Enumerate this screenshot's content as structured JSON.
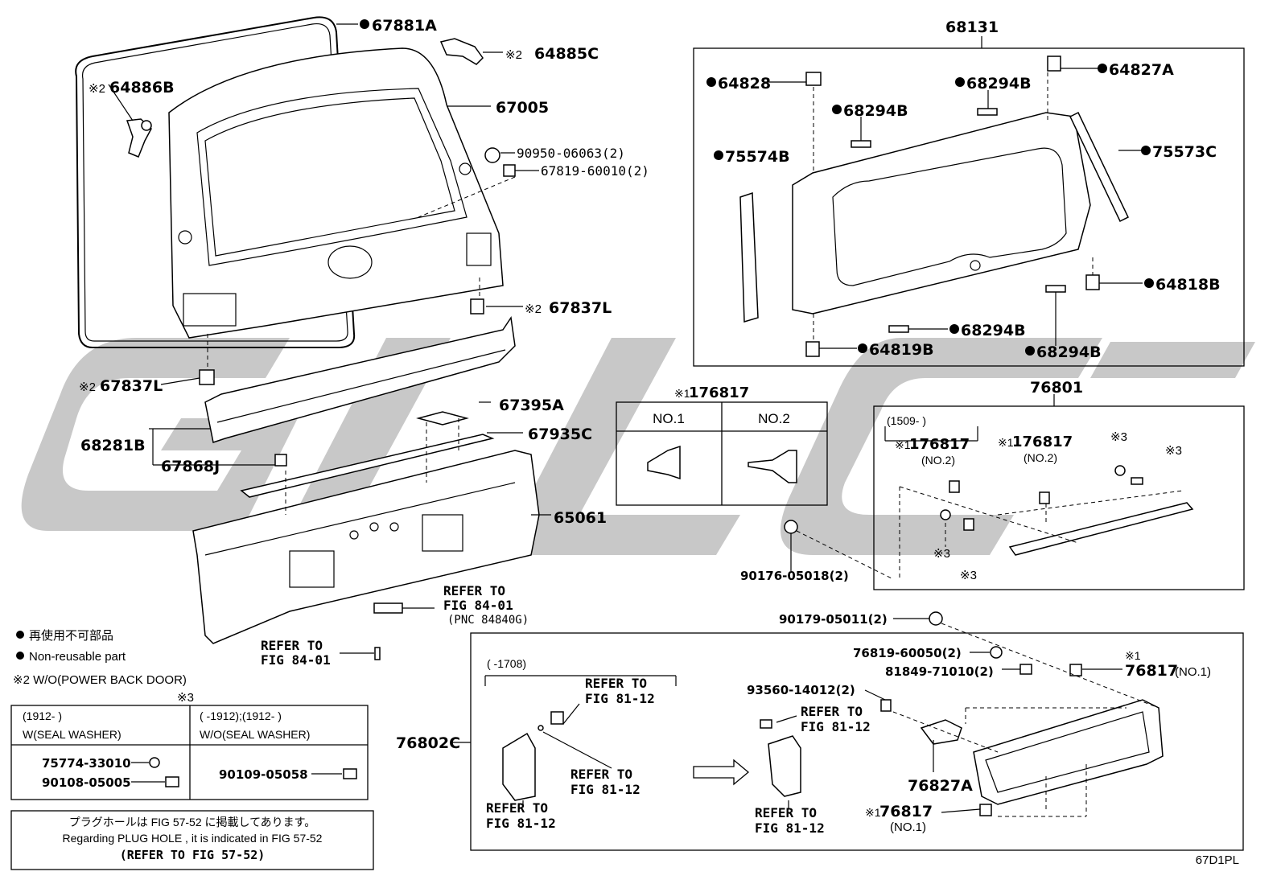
{
  "diagram_code": "67D1PL",
  "watermark": "GLLC",
  "left_parts": {
    "p67881A": "67881A",
    "p64885C": "64885C",
    "p64886B": "64886B",
    "p67005": "67005",
    "p90950": "90950-06063(2)",
    "p67819": "67819-60010(2)",
    "p67837L_right": "67837L",
    "p67837L_left": "67837L",
    "p67395A": "67395A",
    "p67935C": "67935C",
    "p68281B": "68281B",
    "p67868J": "67868J",
    "p65061": "65061"
  },
  "marks": {
    "w2": "※2",
    "w1": "※1",
    "w3": "※3",
    "dot": "●"
  },
  "refer": {
    "fig8401_a_1": "REFER TO",
    "fig8401_a_2": "FIG 84-01",
    "fig8401_a_3": "(PNC 84840G)",
    "fig8401_b_1": "REFER TO",
    "fig8401_b_2": "FIG 84-01"
  },
  "legend": {
    "jp_nonreusable": "再使用不可部品",
    "en_nonreusable": "Non-reusable part",
    "note2": "※2 W/O(POWER BACK DOOR)",
    "mark3": "※3"
  },
  "table3": {
    "col1_head1": "(1912-     )",
    "col1_head2": "W(SEAL WASHER)",
    "col2_head1": "(     -1912);(1912-     )",
    "col2_head2": "W/O(SEAL WASHER)",
    "col1_part1": "75774-33010",
    "col1_part2": "90108-05005",
    "col2_part1": "90109-05058"
  },
  "plug_note": {
    "jp": "プラグホールは FIG 57-52 に掲載してあります。",
    "en": "Regarding  PLUG  HOLE , it is indicated in  FIG  57-52",
    "ref": "(REFER TO FIG 57-52)"
  },
  "glass_box": {
    "title": "68131",
    "p64828": "64828",
    "p68294B_top": "68294B",
    "p64827A": "64827A",
    "p68294B_left": "68294B",
    "p75574B": "75574B",
    "p75573C": "75573C",
    "p64818B": "64818B",
    "p68294B_mid": "68294B",
    "p64819B": "64819B",
    "p68294B_bot": "68294B"
  },
  "clip_table": {
    "title": "176817",
    "col1": "NO.1",
    "col2": "NO.2",
    "p90176": "90176-05018(2)"
  },
  "garnish_box": {
    "title": "76801",
    "range": "(1509-      )",
    "p176817_a": "176817",
    "p176817_a_no": "(NO.2)",
    "p176817_b": "176817",
    "p176817_b_no": "(NO.2)",
    "w3_a": "※3",
    "w3_b": "※3",
    "w3_c": "※3",
    "w3_d": "※3"
  },
  "lower_box": {
    "p90179": "90179-05011(2)",
    "p76819": "76819-60050(2)",
    "p81849": "81849-71010(2)",
    "p76817_top": "76817",
    "p76817_top_no": "(NO.1)",
    "range": "(      -1708)",
    "ref_a_1": "REFER TO",
    "ref_a_2": "FIG 81-12",
    "ref_b_1": "REFER TO",
    "ref_b_2": "FIG 81-12",
    "ref_c_1": "REFER TO",
    "ref_c_2": "FIG 81-12",
    "ref_d_1": "REFER TO",
    "ref_d_2": "FIG 81-12",
    "ref_e_1": "REFER TO",
    "ref_e_2": "FIG 81-12",
    "p93560": "93560-14012(2)",
    "p76802C": "76802C",
    "p76827A": "76827A",
    "p76817_bot": "76817",
    "p76817_bot_no": "(NO.1)"
  }
}
